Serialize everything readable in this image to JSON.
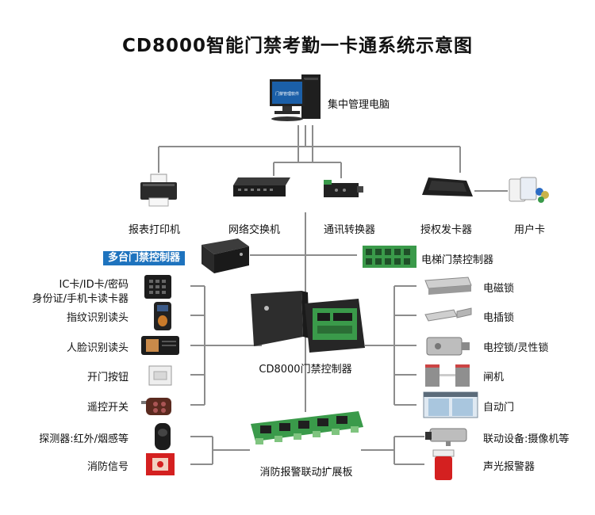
{
  "title": "CD8000智能门禁考勤一卡通系统示意图",
  "top": {
    "pc": "集中管理电脑",
    "pc_screen": "门禁管理软件",
    "printer": "报表打印机",
    "switch": "网络交换机",
    "converter": "通讯转换器",
    "issuer": "授权发卡器",
    "user_card": "用户卡"
  },
  "middle": {
    "multi_controller": "多台门禁控制器",
    "elevator": "电梯门禁控制器",
    "main_controller": "CD8000门禁控制器",
    "fire_board": "消防报警联动扩展板"
  },
  "left": {
    "card_reader_1": "IC卡/ID卡/密码",
    "card_reader_2": "身份证/手机卡读卡器",
    "fingerprint": "指纹识别读头",
    "face": "人脸识别读头",
    "exit_button": "开门按钮",
    "remote": "遥控开关",
    "detector": "探测器:红外/烟感等",
    "fire_signal": "消防信号"
  },
  "right": {
    "mag_lock": "电磁锁",
    "bolt_lock": "电插锁",
    "electric_lock": "电控锁/灵性锁",
    "gate": "闸机",
    "auto_door": "自动门",
    "camera": "联动设备:摄像机等",
    "alarm": "声光报警器"
  },
  "colors": {
    "wire": "#8c8c8c",
    "badge": "#1e73be",
    "device_dark": "#1f1f1f",
    "board_green": "#3a9a4a",
    "alarm_red": "#d42020"
  }
}
